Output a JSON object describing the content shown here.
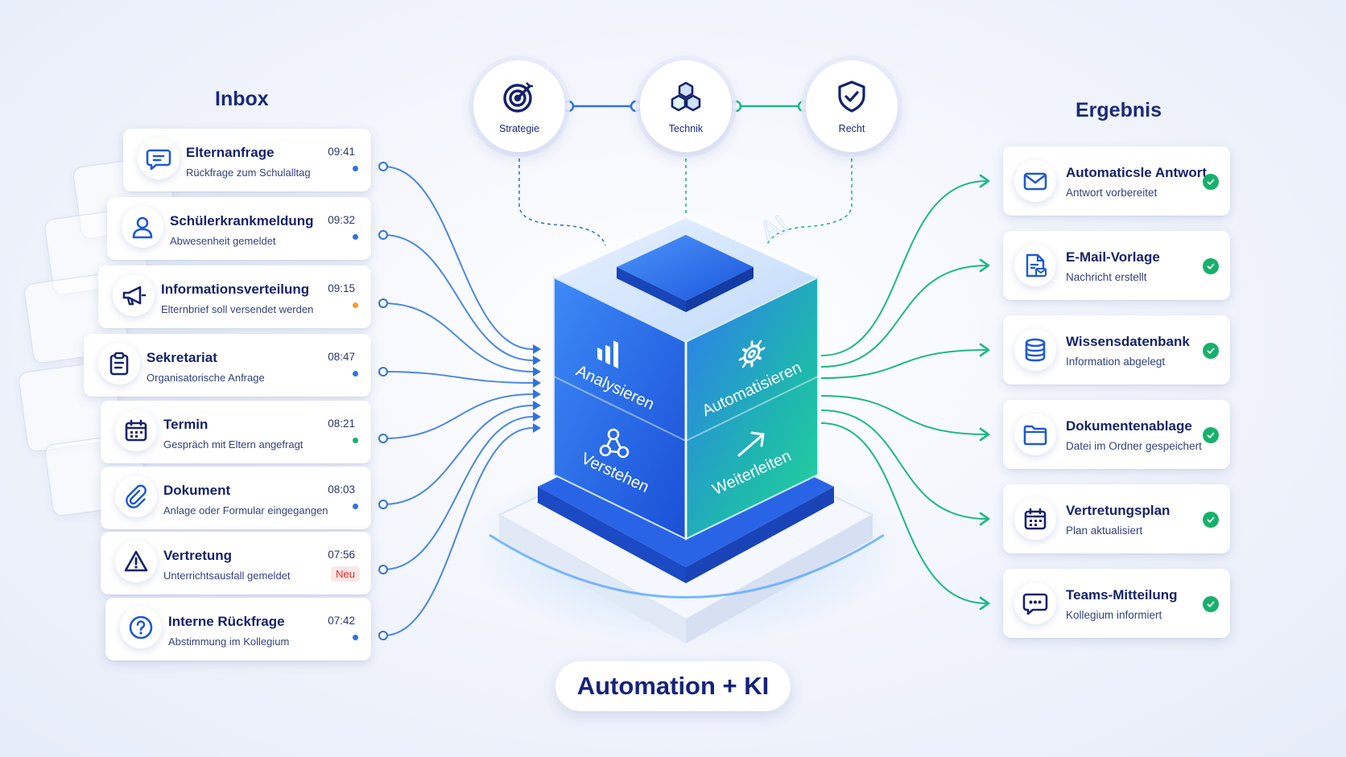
{
  "inbox": {
    "title": "Inbox",
    "items": [
      {
        "title": "Elternanfrage",
        "subtitle": "Rückfrage zum Schulalltag",
        "time": "09:41",
        "icon": "chat-icon",
        "dot_color": "#2f73e0"
      },
      {
        "title": "Schülerkrankmeldung",
        "subtitle": "Abwesenheit gemeldet",
        "time": "09:32",
        "icon": "user-icon",
        "dot_color": "#2f73e0"
      },
      {
        "title": "Informationsverteilung",
        "subtitle": "Elternbrief soll versendet werden",
        "time": "09:15",
        "icon": "megaphone-icon",
        "dot_color": "#f5a020"
      },
      {
        "title": "Sekretariat",
        "subtitle": "Organisatorische Anfrage",
        "time": "08:47",
        "icon": "clipboard-icon",
        "dot_color": "#2f73e0"
      },
      {
        "title": "Termin",
        "subtitle": "Gespräch mit Eltern angefragt",
        "time": "08:21",
        "icon": "calendar-icon",
        "dot_color": "#17b06b"
      },
      {
        "title": "Dokument",
        "subtitle": "Anlage oder Formular eingegangen",
        "time": "08:03",
        "icon": "paperclip-icon",
        "dot_color": "#2f73e0"
      },
      {
        "title": "Vertretung",
        "subtitle": "Unterrichtsausfall gemeldet",
        "time": "07:56",
        "icon": "warning-icon",
        "badge": "Neu"
      },
      {
        "title": "Interne Rückfrage",
        "subtitle": "Abstimmung im Kollegium",
        "time": "07:42",
        "icon": "question-icon",
        "dot_color": "#2f73e0"
      }
    ]
  },
  "result": {
    "title": "Ergebnis",
    "items": [
      {
        "title": "Automaticsle Antwort",
        "subtitle": "Antwort vorbereitet",
        "icon": "mail-icon"
      },
      {
        "title": "E-Mail-Vorlage",
        "subtitle": "Nachricht erstellt",
        "icon": "document-mail-icon"
      },
      {
        "title": "Wissensdatenbank",
        "subtitle": "Information abgelegt",
        "icon": "database-icon"
      },
      {
        "title": "Dokumentenablage",
        "subtitle": "Datei im Ordner gespeichert",
        "icon": "folder-icon"
      },
      {
        "title": "Vertretungsplan",
        "subtitle": "Plan aktualisiert",
        "icon": "calendar-icon"
      },
      {
        "title": "Teams-Mitteilung",
        "subtitle": "Kollegium informiert",
        "icon": "chat-dots-icon"
      }
    ]
  },
  "top_nodes": [
    {
      "label": "Strategie",
      "icon": "target-icon"
    },
    {
      "label": "Technik",
      "icon": "cubes-icon"
    },
    {
      "label": "Recht",
      "icon": "shield-check-icon"
    }
  ],
  "cube": {
    "top_label": "AI",
    "faces": [
      "Analysieren",
      "Automatisieren",
      "Verstehen",
      "Weiterleiten"
    ]
  },
  "footer": {
    "label": "Automation + KI"
  },
  "colors": {
    "blue": "#2f73e0",
    "green": "#17b06b",
    "navy": "#16226b"
  }
}
